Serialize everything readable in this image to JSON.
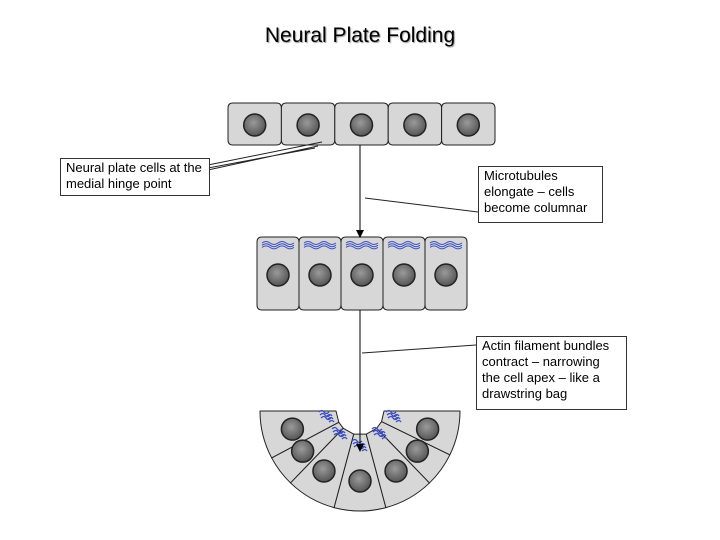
{
  "title": "Neural Plate Folding",
  "callouts": {
    "medial_hinge": "Neural plate cells at the medial hinge point",
    "microtubules": "Microtubules elongate – cells become columnar",
    "actin": "Actin filament bundles contract – narrowing the cell apex – like a drawstring bag"
  },
  "colors": {
    "cell_fill": "#d7d7d7",
    "nucleus": "#6e6e6e",
    "filament": "#3b4fc2",
    "outline": "#222222"
  },
  "stages": [
    {
      "label": "flat",
      "cells": 5
    },
    {
      "label": "columnar",
      "cells": 5
    },
    {
      "label": "wedge",
      "cells": 7
    }
  ]
}
